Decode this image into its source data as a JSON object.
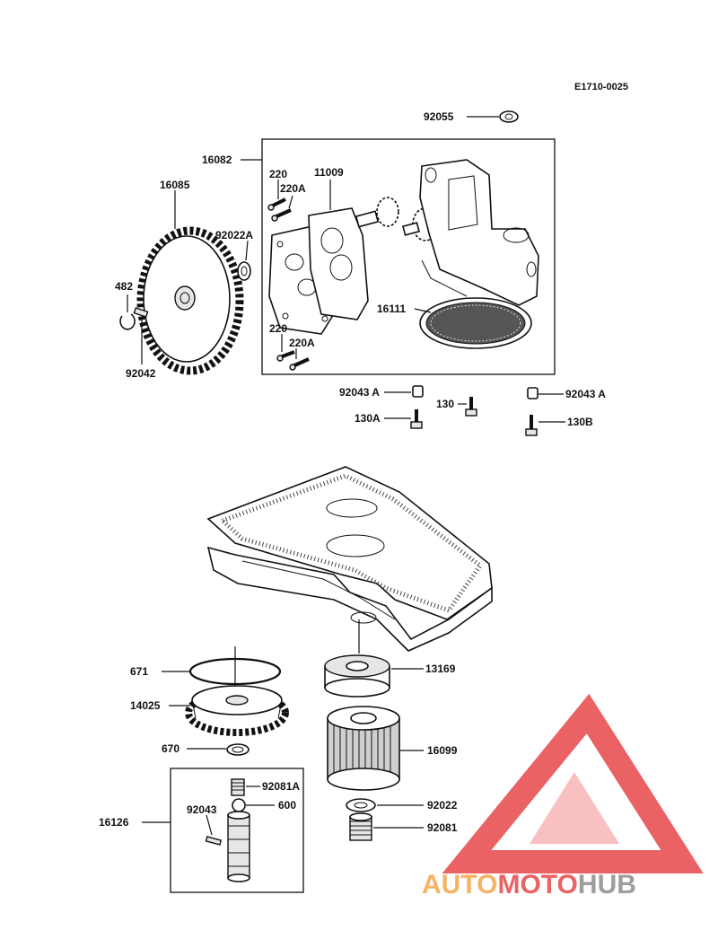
{
  "diagram_code": "E1710-0025",
  "parts": {
    "p92055": "92055",
    "p16082": "16082",
    "p220_top": "220",
    "p220A_top": "220A",
    "p11009": "11009",
    "p16085": "16085",
    "p92022A": "92022A",
    "p482": "482",
    "p92042": "92042",
    "p16111": "16111",
    "p220_bot": "220",
    "p220A_bot": "220A",
    "p92043A_left": "92043 A",
    "p130": "130",
    "p92043A_right": "92043 A",
    "p130A": "130A",
    "p130B": "130B",
    "p671": "671",
    "p14025": "14025",
    "p13169": "13169",
    "p670": "670",
    "p16099": "16099",
    "p92081A": "92081A",
    "p92043": "92043",
    "p600": "600",
    "p16126": "16126",
    "p92022": "92022",
    "p92081": "92081"
  },
  "watermark": {
    "part1": "AUTO",
    "part2": "MOTO",
    "part3": "HUB",
    "colors": {
      "orange": "#f4a64a",
      "red": "#e8474b",
      "grey": "#8c8c8c",
      "triangle": "#e8474b"
    }
  }
}
